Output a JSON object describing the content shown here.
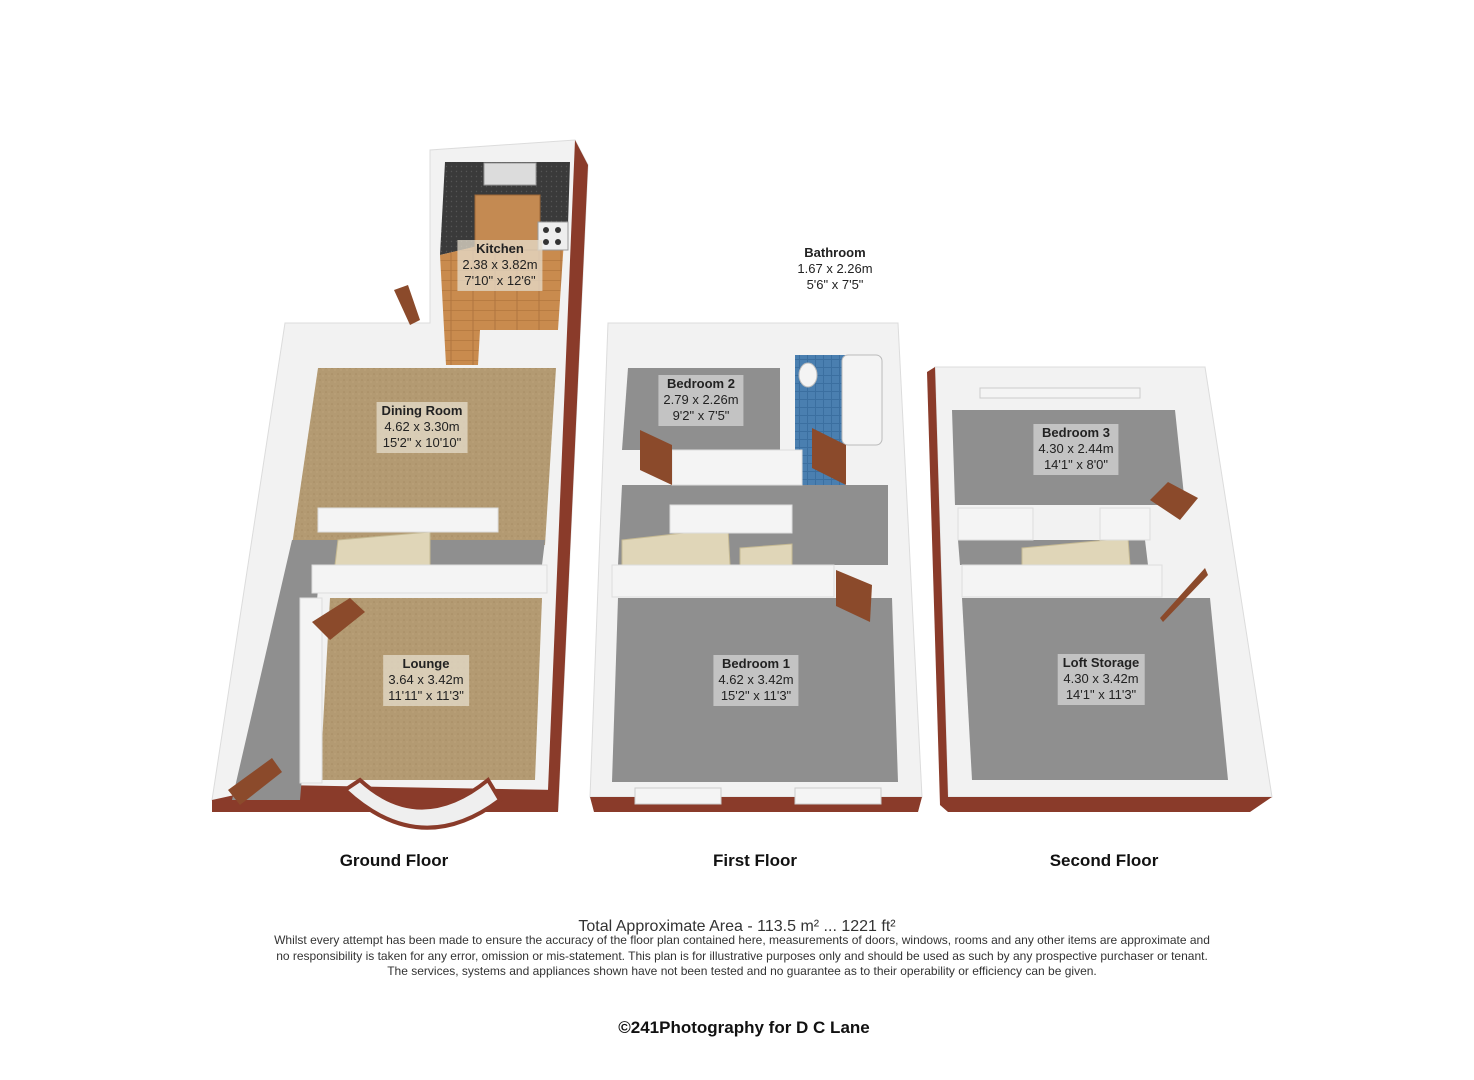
{
  "floors": [
    {
      "title": "Ground Floor"
    },
    {
      "title": "First Floor"
    },
    {
      "title": "Second Floor"
    }
  ],
  "rooms": {
    "kitchen": {
      "name": "Kitchen",
      "metric": "2.38 x 3.82m",
      "imperial": "7'10\" x 12'6\""
    },
    "dining_room": {
      "name": "Dining Room",
      "metric": "4.62 x 3.30m",
      "imperial": "15'2\" x 10'10\""
    },
    "lounge": {
      "name": "Lounge",
      "metric": "3.64 x 3.42m",
      "imperial": "11'11\" x 11'3\""
    },
    "bathroom": {
      "name": "Bathroom",
      "metric": "1.67 x 2.26m",
      "imperial": "5'6\" x 7'5\""
    },
    "bedroom_2": {
      "name": "Bedroom 2",
      "metric": "2.79 x 2.26m",
      "imperial": "9'2\" x 7'5\""
    },
    "bedroom_1": {
      "name": "Bedroom 1",
      "metric": "4.62 x 3.42m",
      "imperial": "15'2\" x 11'3\""
    },
    "bedroom_3": {
      "name": "Bedroom 3",
      "metric": "4.30 x 2.44m",
      "imperial": "14'1\" x 8'0\""
    },
    "loft_storage": {
      "name": "Loft Storage",
      "metric": "4.30 x 3.42m",
      "imperial": "14'1\" x 11'3\""
    }
  },
  "total_area": "Total Approximate Area - 113.5 m² ... 1221 ft²",
  "disclaimer": [
    "Whilst every attempt has been made to ensure the accuracy of the floor plan contained here, measurements of doors, windows, rooms and any other items are approximate and",
    "no responsibility is taken for any error, omission or mis-statement.  This plan is for illustrative purposes only and should be used as such by any prospective purchaser or tenant.",
    "The services, systems and appliances shown have not been tested and no guarantee as to their operability or efficiency can be given."
  ],
  "credit": "©241Photography for D C Lane",
  "colors": {
    "carpet": "#b39a72",
    "floor_grey": "#8f8f8f",
    "wall_white": "#f4f4f4",
    "brick": "#8a3b2a",
    "door": "#8b4a2b",
    "wood": "#c98b4e",
    "tile": "#3b6fa0",
    "worktop": "#3a3a3a"
  }
}
